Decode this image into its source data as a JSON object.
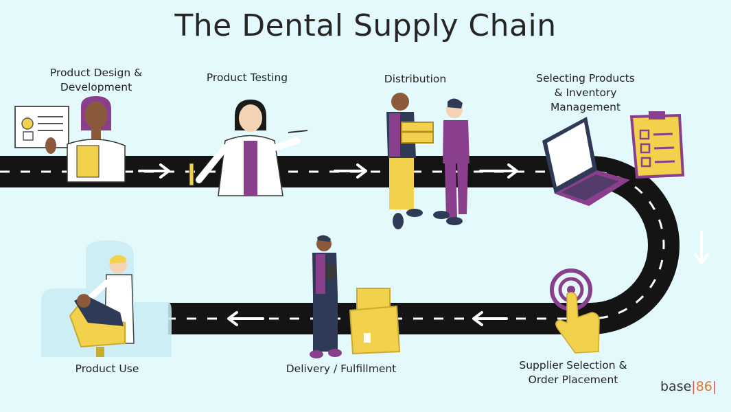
{
  "title": "The Dental Supply Chain",
  "steps": [
    {
      "lines": [
        "Product Design &",
        "Development"
      ]
    },
    {
      "lines": [
        "Product Testing"
      ]
    },
    {
      "lines": [
        "Distribution"
      ]
    },
    {
      "lines": [
        "Selecting Products",
        "& Inventory",
        "Management"
      ]
    },
    {
      "lines": [
        "Supplier Selection &",
        "Order Placement"
      ]
    },
    {
      "lines": [
        "Delivery / Fulfillment"
      ]
    },
    {
      "lines": [
        "Product Use"
      ]
    }
  ],
  "brand": {
    "name": "base",
    "number": "86"
  },
  "colors": {
    "background": "#e3f9fc",
    "road": "#141414",
    "road_marking": "#ffffff",
    "purple": "#8a3f8c",
    "yellow": "#f2d14d"
  }
}
